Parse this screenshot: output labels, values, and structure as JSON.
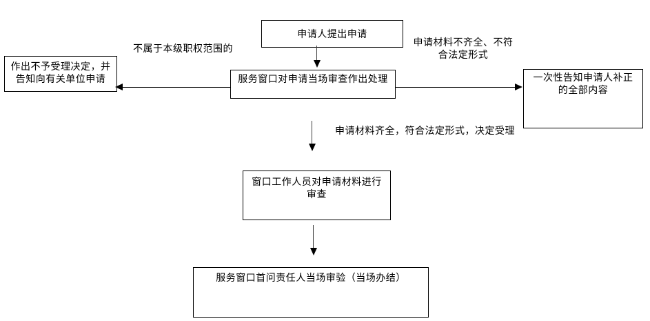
{
  "canvas": {
    "background": "#ffffff",
    "box_border_color": "#000000",
    "line_color": "#000000",
    "text_color": "#000000"
  },
  "nodes": {
    "applicant": {
      "label": "申请人提出申请"
    },
    "window_review": {
      "label": "服务窗口对申请当场审查作出处理"
    },
    "reject_decision": {
      "lines": [
        "作出不予受理决定，并",
        "告知向有关单位申请"
      ]
    },
    "notify_correction": {
      "lines": [
        "一次性告知申请人补正",
        "的全部内容"
      ]
    },
    "staff_review": {
      "lines": [
        "窗口工作人员对申请材料进行",
        "审查"
      ]
    },
    "onsite_acceptance": {
      "label": "服务窗口首问责任人当场审验（当场办结）"
    }
  },
  "edge_labels": {
    "not_in_jurisdiction": "不属于本级职权范围的",
    "materials_incomplete": [
      "申请材料不齐全、不符",
      "合法定形式"
    ],
    "materials_complete": "申请材料齐全，符合法定形式，决定受理"
  }
}
